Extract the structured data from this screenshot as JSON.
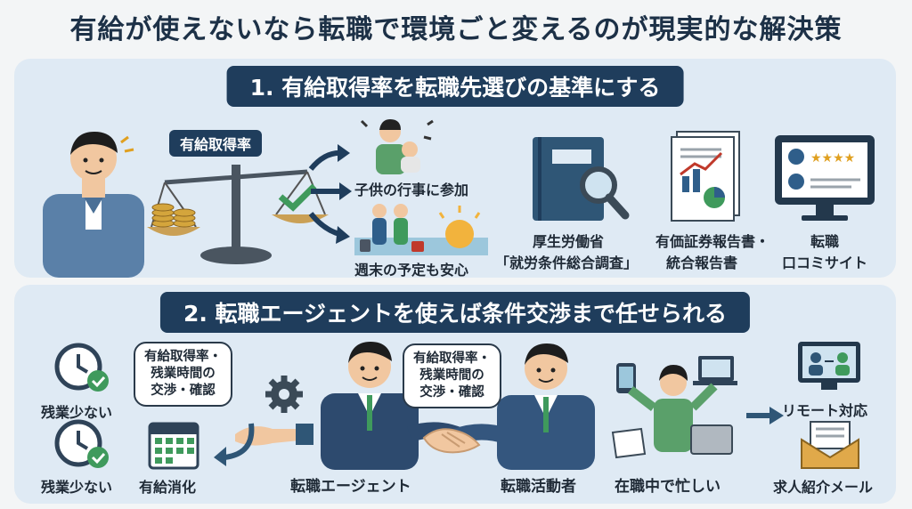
{
  "title": "有給が使えないなら転職で環境ごと変えるのが現実的な解決策",
  "section1": {
    "heading": "1. 有給取得率を転職先選びの基準にする",
    "scale_label": "有給取得率",
    "outcomes": [
      "子供の行事に参加",
      "週末の予定も安心"
    ],
    "sources": [
      {
        "line1": "厚生労働省",
        "line2": "「就労条件総合調査」"
      },
      {
        "line1": "有価証券報告書・",
        "line2": "統合報告書"
      },
      {
        "line1": "転職",
        "line2": "口コミサイト"
      }
    ]
  },
  "section2": {
    "heading": "2. 転職エージェントを使えば条件交渉まで任せられる",
    "less_overtime_1": "残業少ない",
    "less_overtime_2": "残業少ない",
    "paid_leave_use": "有給消化",
    "bubble_left": [
      "有給取得率・",
      "残業時間の",
      "交渉・確認"
    ],
    "bubble_right": [
      "有給取得率・",
      "残業時間の",
      "交渉・確認"
    ],
    "agent_label": "転職エージェント",
    "seeker_label": "転職活動者",
    "busy_label": "在職中で忙しい",
    "remote_label": "リモート対応",
    "mail_label": "求人紹介メール"
  },
  "colors": {
    "navy": "#1f3d5c",
    "panel": "#dfeaf4",
    "green": "#3f9a5c",
    "gold": "#c99a3a"
  }
}
